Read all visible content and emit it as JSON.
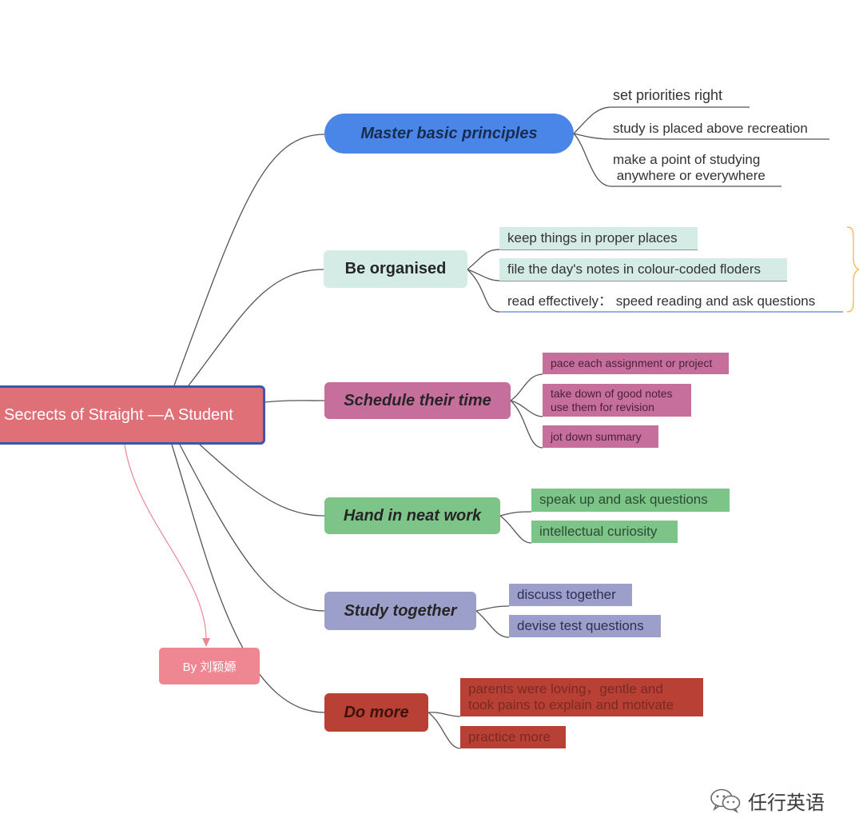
{
  "root": {
    "label": "Secrects of Straight —A Student"
  },
  "author": {
    "label": "By 刘颖嫄"
  },
  "branches": [
    {
      "label": "Master basic principles",
      "color": "#4a86e8",
      "items": [
        "set priorities right",
        "study is placed above recreation",
        "make a point of studying\n anywhere or everywhere"
      ]
    },
    {
      "label": "Be organised",
      "color": "#d5ebe6",
      "items": [
        "keep things in proper places",
        "file the day's notes in colour-coded floders",
        "read effectively： speed reading and ask questions"
      ]
    },
    {
      "label": "Schedule their time",
      "color": "#c76f9c",
      "items": [
        "pace each assignment or project",
        "take down of good notes\nuse them for revision",
        "jot down summary"
      ]
    },
    {
      "label": "Hand in neat work",
      "color": "#7cc488",
      "items": [
        "speak up and ask questions",
        "intellectual curiosity"
      ]
    },
    {
      "label": "Study together",
      "color": "#9d9fcb",
      "items": [
        "discuss together",
        "devise test questions"
      ]
    },
    {
      "label": "Do more",
      "color": "#b84035",
      "items": [
        "parents were loving，gentle and\ntook pains to explain and motivate",
        "practice more"
      ]
    }
  ],
  "watermark": {
    "text": "任行英语",
    "icon": "wechat-icon"
  }
}
